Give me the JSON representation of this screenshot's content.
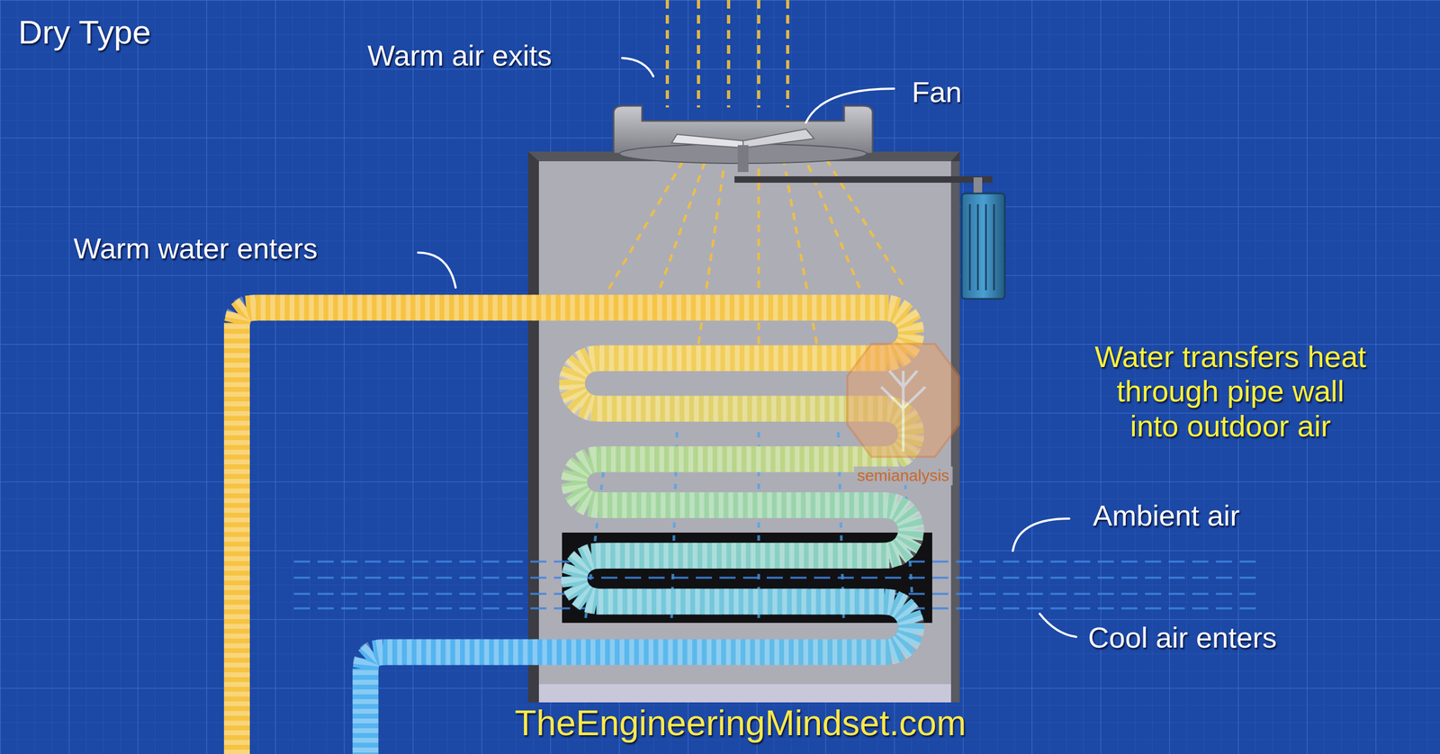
{
  "diagram": {
    "title": "Dry Type",
    "labels": [
      "Warm air exits",
      "Fan",
      "Warm water enters",
      "Water transfers heat through pipe wall into outdoor air",
      "Ambient air",
      "Cool air enters",
      "TheEngineeringMindset.com",
      "semianalysis"
    ]
  }
}
